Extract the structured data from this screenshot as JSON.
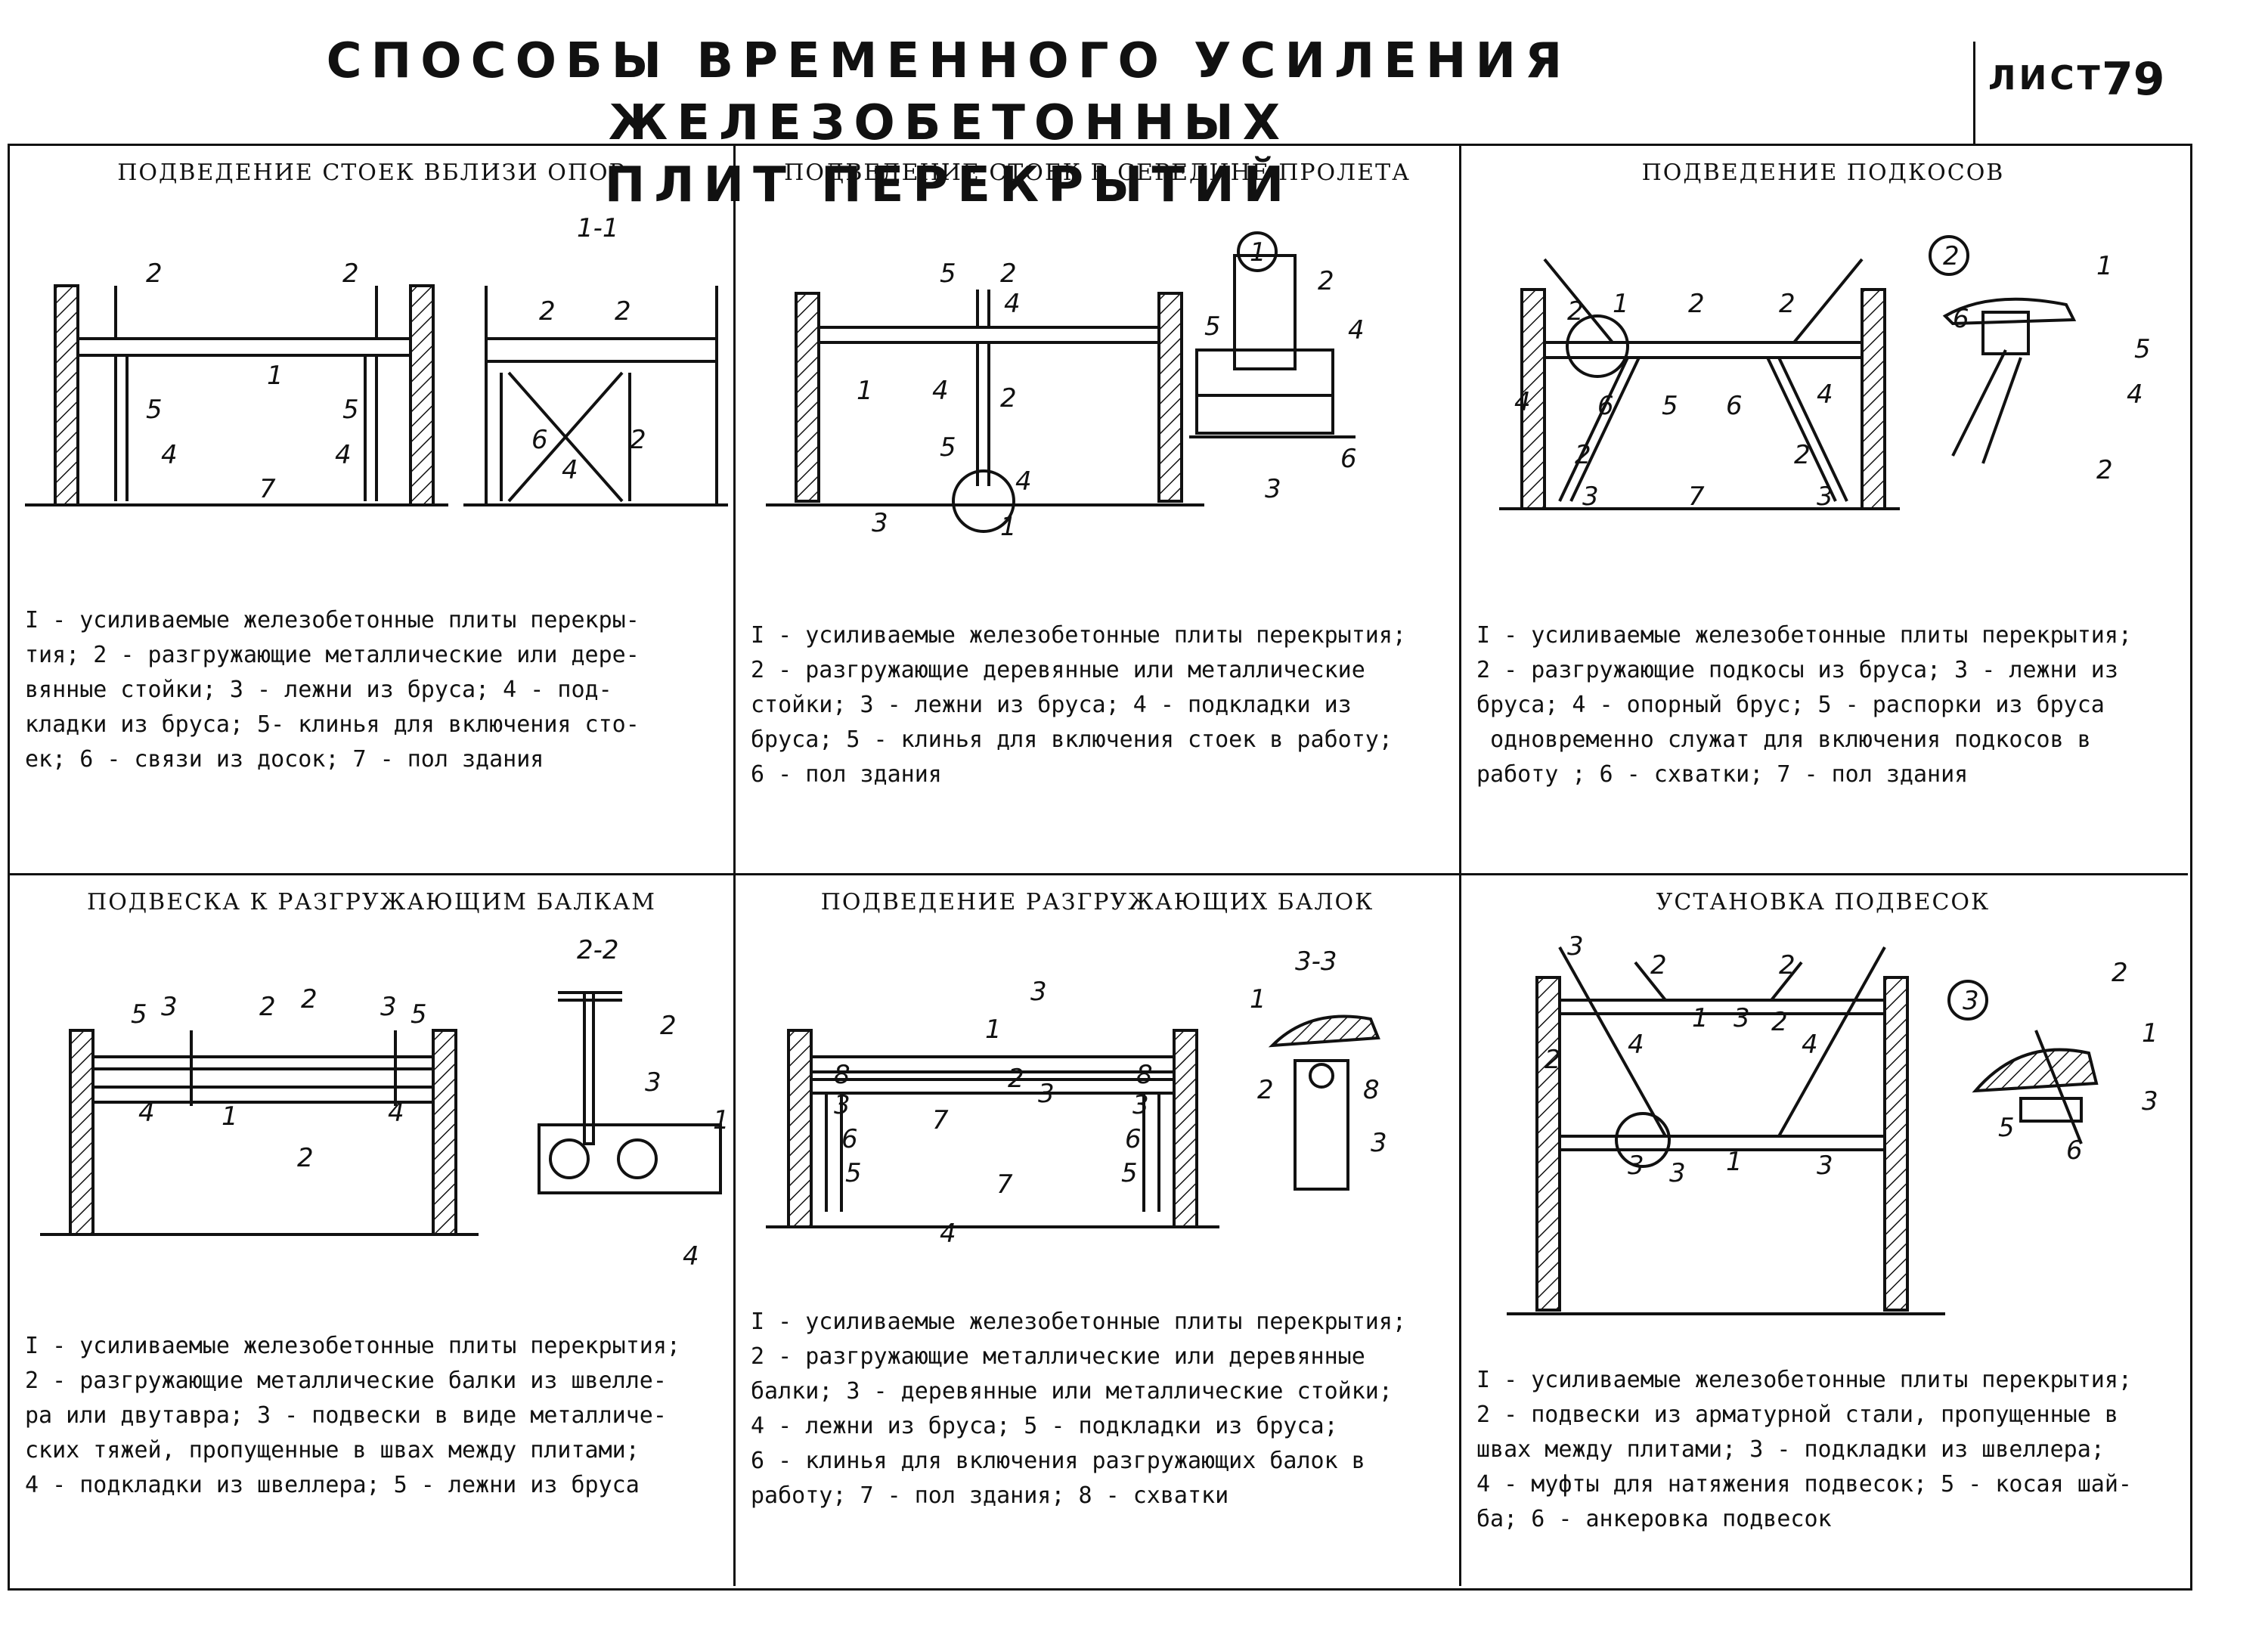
{
  "header": {
    "title_line1": "СПОСОБЫ ВРЕМЕННОГО УСИЛЕНИЯ ЖЕЛЕЗОБЕТОННЫХ",
    "title_line2": "ПЛИТ ПЕРЕКРЫТИЙ",
    "sheet_label": "ЛИСТ",
    "sheet_number": "79"
  },
  "panels": [
    {
      "title": "ПОДВЕДЕНИЕ СТОЕК ВБЛИЗИ ОПОР",
      "section_label": "1-1",
      "legend": "I - усиливаемые железобетонные плиты перекры-\nтия; 2 - разгружающие металлические или дере-\nвянные стойки; 3 - лежни из бруса; 4 - под-\nкладки из бруса; 5- клинья для включения сто-\nек; 6 - связи из досок; 7 - пол здания"
    },
    {
      "title": "ПОДВЕДЕНИЕ СТОЕК В СЕРЕДИНЕ ПРОЛЕТА",
      "section_label": "1",
      "legend": "I - усиливаемые железобетонные плиты перекрытия;\n2 - разгружающие деревянные или металлические\nстойки; 3 - лежни из бруса; 4 - подкладки из\nбруса; 5 - клинья для включения стоек в работу;\n6 - пол здания"
    },
    {
      "title": "ПОДВЕДЕНИЕ ПОДКОСОВ",
      "section_label": "2",
      "legend": "I - усиливаемые железобетонные плиты перекрытия;\n2 - разгружающие подкосы из бруса; 3 - лежни из\nбруса; 4 - опорный брус; 5 - распорки из бруса\n одновременно служат для включения подкосов в\nработу ; 6 - схватки; 7 - пол здания"
    },
    {
      "title": "ПОДВЕСКА К РАЗГРУЖАЮЩИМ БАЛКАМ",
      "section_label": "2-2",
      "legend": "I - усиливаемые железобетонные плиты перекрытия;\n2 - разгружающие металлические балки из швелле-\nра или двутавра; 3 - подвески в виде металличе-\nских тяжей, пропущенные в швах между плитами;\n4 - подкладки из швеллера; 5 - лежни из бруса"
    },
    {
      "title": "ПОДВЕДЕНИЕ РАЗГРУЖАЮЩИХ БАЛОК",
      "section_label": "3-3",
      "legend": "I - усиливаемые железобетонные плиты перекрытия;\n2 - разгружающие металлические или деревянные\nбалки; 3 - деревянные или металлические стойки;\n4 - лежни из бруса; 5 - подкладки из бруса;\n6 - клинья для включения разгружающих балок в\nработу; 7 - пол здания; 8 - схватки"
    },
    {
      "title": "УСТАНОВКА ПОДВЕСОК",
      "section_label": "3",
      "legend": "I - усиливаемые железобетонные плиты перекрытия;\n2 - подвески из арматурной стали, пропущенные в\nшвах между плитами; 3 - подкладки из швеллера;\n4 - муфты для натяжения подвесок; 5 - косая шай-\nба; 6 - анкеровка подвесок"
    }
  ]
}
